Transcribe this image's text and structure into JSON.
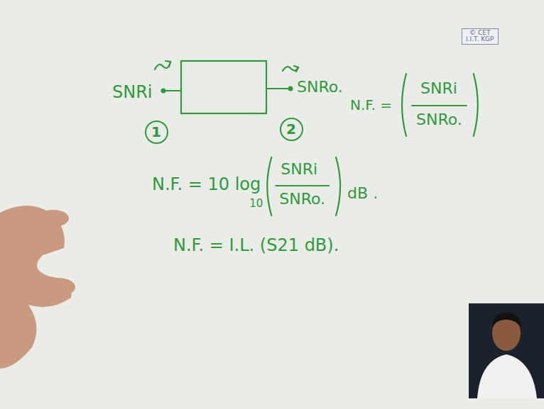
{
  "diagram": {
    "nodes": [
      {
        "text": [
          "© CET",
          "I.I.T. KGP"
        ]
      },
      {
        "text": [
          "1"
        ]
      },
      {
        "text": [
          "2"
        ]
      }
    ],
    "labels": [
      "SNRi",
      "SNRo.",
      "N.F. =",
      "SNRi",
      "SNRo.",
      "N.F. = 10 log",
      "10",
      "SNRi",
      "SNRo.",
      "dB .",
      "N.F. = I.L. (S21 dB)."
    ]
  }
}
